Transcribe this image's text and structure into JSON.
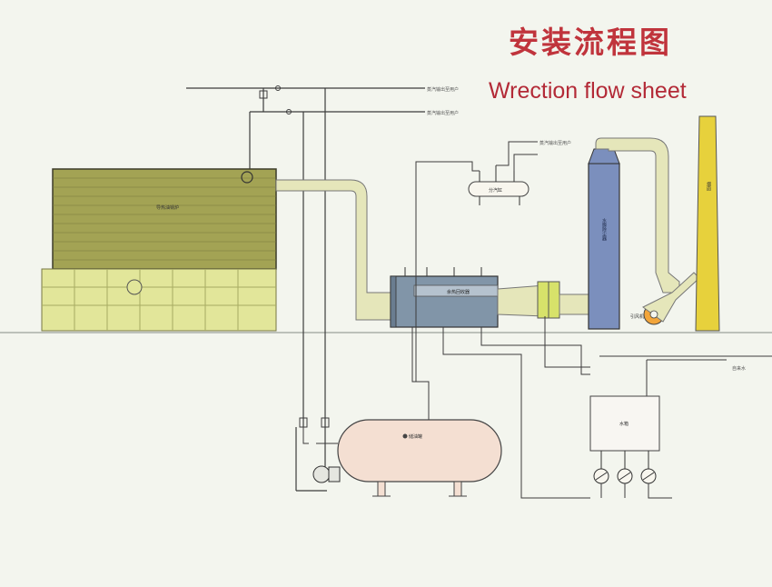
{
  "title": {
    "zh": "安装流程图",
    "en": "Wrection flow sheet"
  },
  "colors": {
    "title": "#c0343c",
    "boiler_upper": "#a3a354",
    "boiler_base": "#e2e69a",
    "pipe_fill": "#e5e6ba",
    "tank_fill": "#f4dfd2",
    "tower_fill": "#7b8fbd",
    "chimney_fill": "#e7d13c",
    "line": "#3c3c3c"
  },
  "labels": {
    "pipe_out_1": "蒸汽输出至用户",
    "pipe_out_2": "蒸汽输出至用户",
    "boiler": "导热油锅炉",
    "heat_recovery": "余热回收器",
    "distributor": "分汽缸",
    "distributor_pipe": "蒸汽输出至用户",
    "tower": "水膜除尘器",
    "chimney": "烟囱",
    "fan": "引风机",
    "tank": "储油罐",
    "water_box": "水箱",
    "water_supply": "自来水"
  }
}
